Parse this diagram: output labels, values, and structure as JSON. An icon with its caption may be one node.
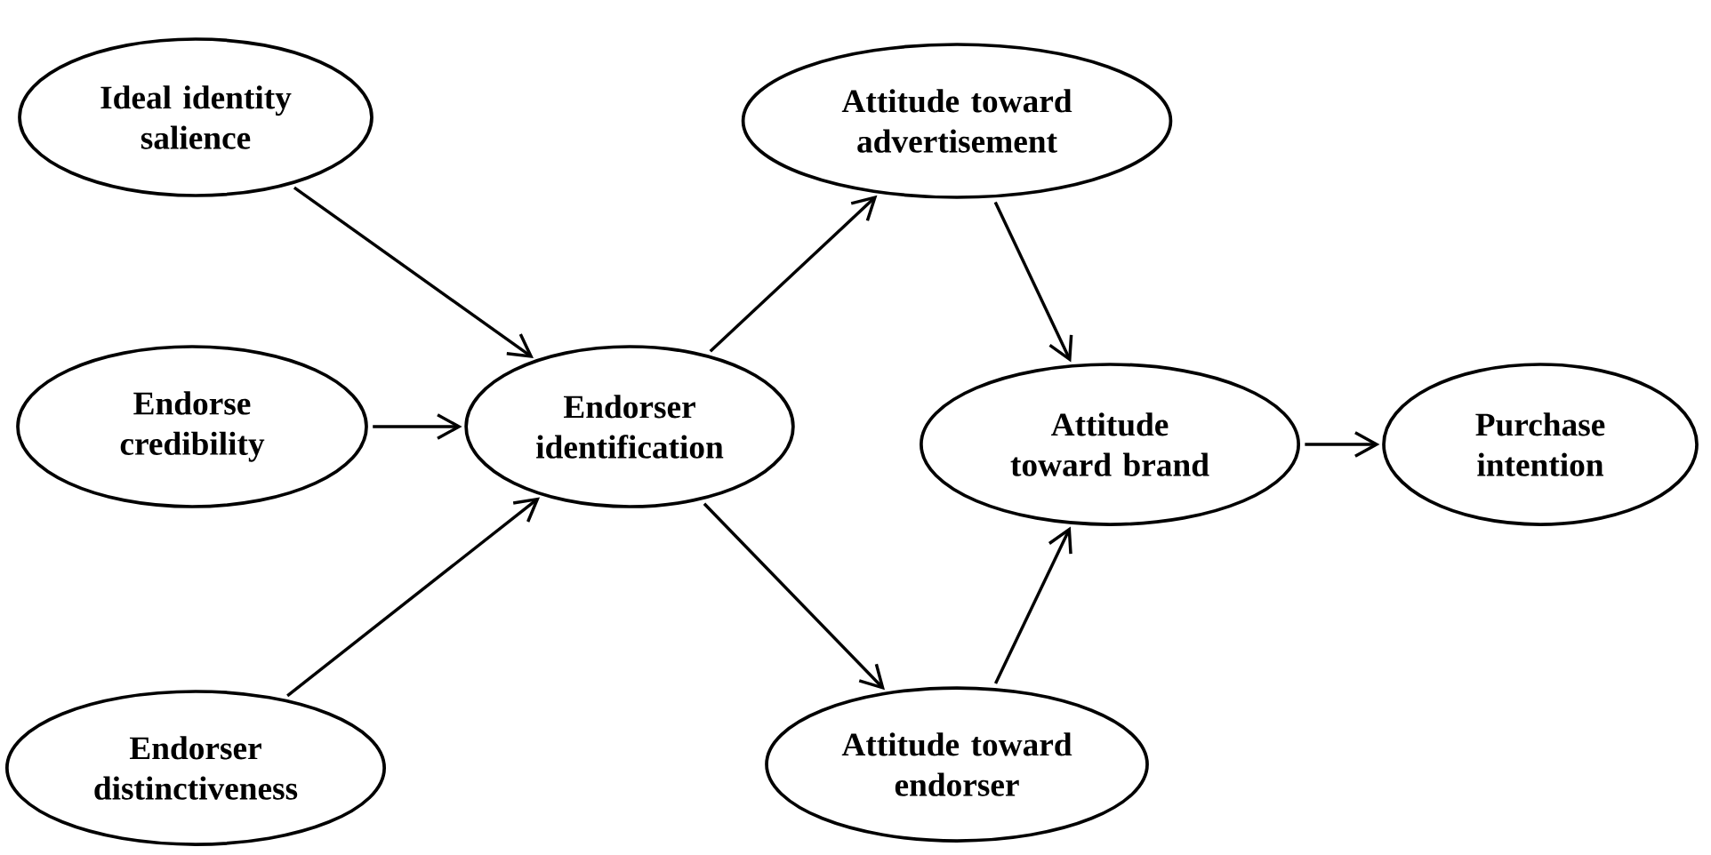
{
  "diagram": {
    "nodes": [
      {
        "text": [
          "Ideal identity salience"
        ]
      },
      {
        "text": [
          "Endorse credibility"
        ]
      },
      {
        "text": [
          "Endorser distinctiveness"
        ]
      },
      {
        "text": [
          "Endorser identification"
        ]
      },
      {
        "text": [
          "Attitude toward advertisement"
        ]
      },
      {
        "text": [
          "Attitude toward brand"
        ]
      },
      {
        "text": [
          "Purchase intention"
        ]
      },
      {
        "text": [
          "Attitude toward endorser"
        ]
      }
    ],
    "edges": [
      {
        "from": 0,
        "to": 3,
        "arrow": "to"
      },
      {
        "from": 1,
        "to": 3,
        "arrow": "to"
      },
      {
        "from": 2,
        "to": 3,
        "arrow": "to"
      },
      {
        "from": 3,
        "to": 4,
        "arrow": "to"
      },
      {
        "from": 3,
        "to": 7,
        "arrow": "to"
      },
      {
        "from": 4,
        "to": 5,
        "arrow": "to"
      },
      {
        "from": 7,
        "to": 5,
        "arrow": "to"
      },
      {
        "from": 5,
        "to": 6,
        "arrow": "to"
      }
    ]
  }
}
